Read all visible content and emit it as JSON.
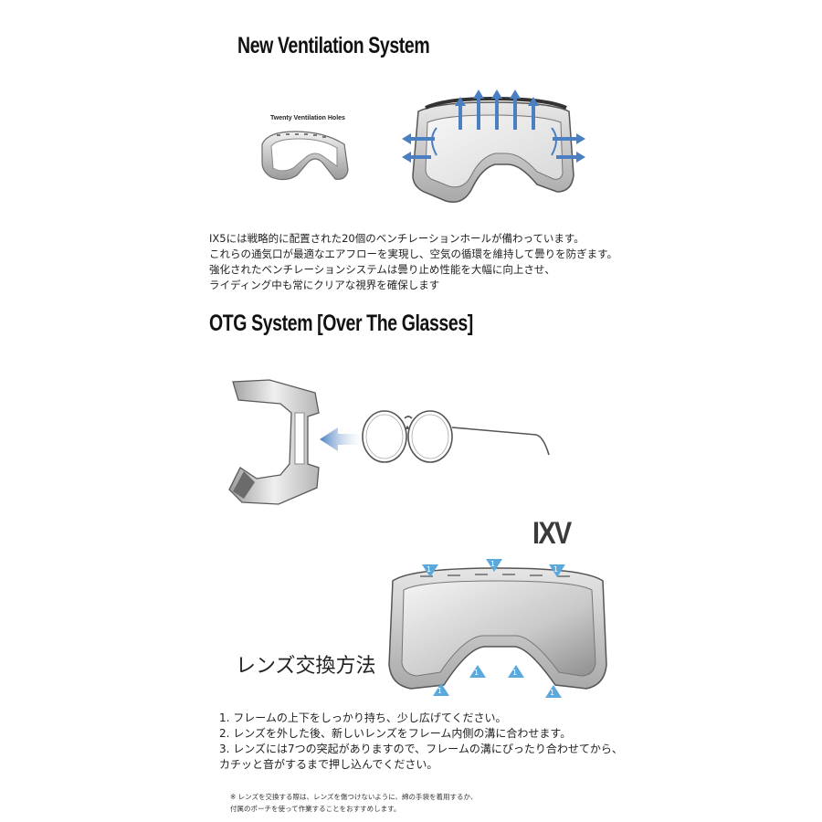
{
  "ventilation": {
    "title": "New Ventilation System",
    "holes_label": "Twenty Ventilation Holes",
    "description": [
      "IX5には戦略的に配置された20個のベンチレーションホールが備わっています。",
      "これらの通気口が最適なエアフローを実現し、空気の循環を維持して曇りを防ぎます。",
      "強化されたベンチレーションシステムは曇り止め性能を大幅に向上させ、",
      "ライディング中も常にクリアな視界を確保します"
    ]
  },
  "otg": {
    "title": "OTG System [Over The Glasses]"
  },
  "lens": {
    "brand": "IXV",
    "title": "レンズ交換方法",
    "marker": "1",
    "steps": [
      "1. フレームの上下をしっかり持ち、少し広げてください。",
      "2.  レンズを外した後、新しいレンズをフレーム内側の溝に合わせます。",
      "3.  レンズには7つの突起がありますので、フレームの溝にぴったり合わせてから、",
      "カチッと音がするまで押し込んでください。"
    ],
    "note": [
      "※ レンズを交換する際は、レンズを傷つけないように、綿の手袋を着用するか、",
      "付属のポーチを使って作業することをおすすめします。"
    ]
  },
  "colors": {
    "arrow_blue": "#4a7fc1",
    "marker_blue": "#5aa8dc",
    "frame_gray": "#cfcfcf",
    "text": "#111111"
  }
}
